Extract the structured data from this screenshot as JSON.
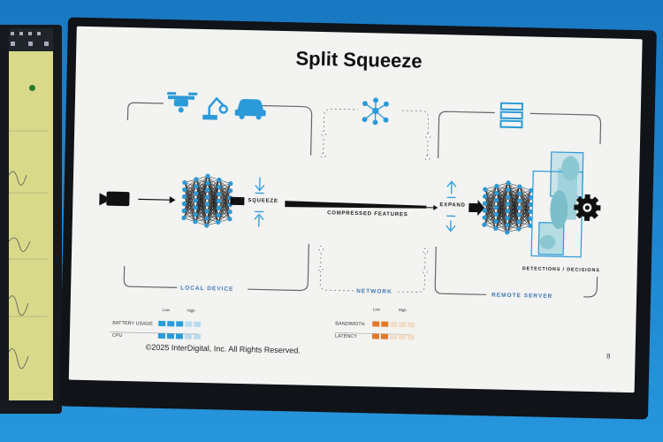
{
  "slide": {
    "title": "Split Squeeze",
    "squeeze_label": "SQUEEZE",
    "compressed_label": "COMPRESSED FEATURES",
    "expand_label": "EXPAND",
    "detections_label": "DETECTIONS / DECISIONS",
    "local_device_label": "LOCAL DEVICE",
    "network_label": "NETWORK",
    "remote_server_label": "REMOTE SERVER",
    "footer": "©2025 InterDigital, Inc. All Rights Reserved.",
    "page_number": "8"
  },
  "meters_left": {
    "low": "Low",
    "high": "High",
    "rows": [
      {
        "label": "BATTERY USAGE",
        "level": 0.5
      },
      {
        "label": "CPU",
        "level": 0.5
      }
    ]
  },
  "meters_right": {
    "low": "Low",
    "high": "High",
    "rows": [
      {
        "label": "BANDWIDTH",
        "level": 0.4
      },
      {
        "label": "LATENCY",
        "level": 0.4
      }
    ]
  },
  "colors": {
    "accent_blue": "#2b9ad8",
    "orange": "#e07a2a",
    "meter_light": "#b8dcef",
    "meter_orange_light": "#f2ddc9"
  },
  "icons": [
    "drone-icon",
    "robot-arm-icon",
    "car-icon",
    "camera-icon",
    "network-node-icon",
    "server-icon",
    "gear-icon"
  ]
}
